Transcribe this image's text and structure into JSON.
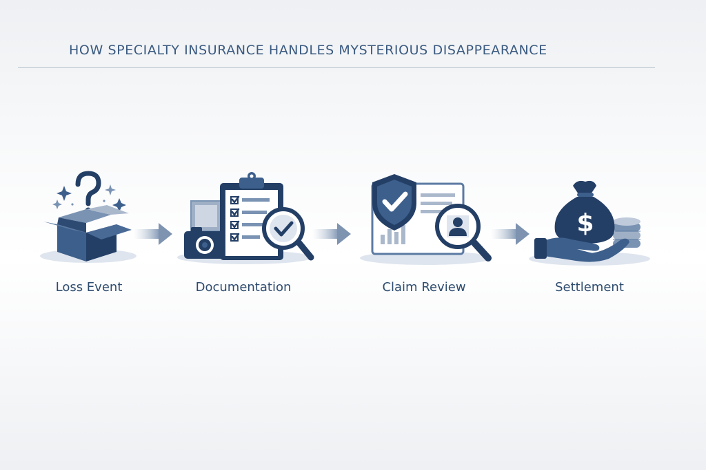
{
  "title": "HOW SPECIALTY INSURANCE HANDLES MYSTERIOUS DISAPPEARANCE",
  "colors": {
    "navy": "#243f66",
    "mid_blue": "#3d5f8c",
    "light_blue": "#7a93b3",
    "pale": "#dfe5ee",
    "title": "#3a5a80"
  },
  "steps": [
    {
      "label": "Loss Event",
      "icon": "open-box-question-icon"
    },
    {
      "label": "Documentation",
      "icon": "clipboard-camera-magnifier-icon"
    },
    {
      "label": "Claim Review",
      "icon": "shield-document-magnifier-icon"
    },
    {
      "label": "Settlement",
      "icon": "money-bag-hand-coins-icon"
    }
  ]
}
